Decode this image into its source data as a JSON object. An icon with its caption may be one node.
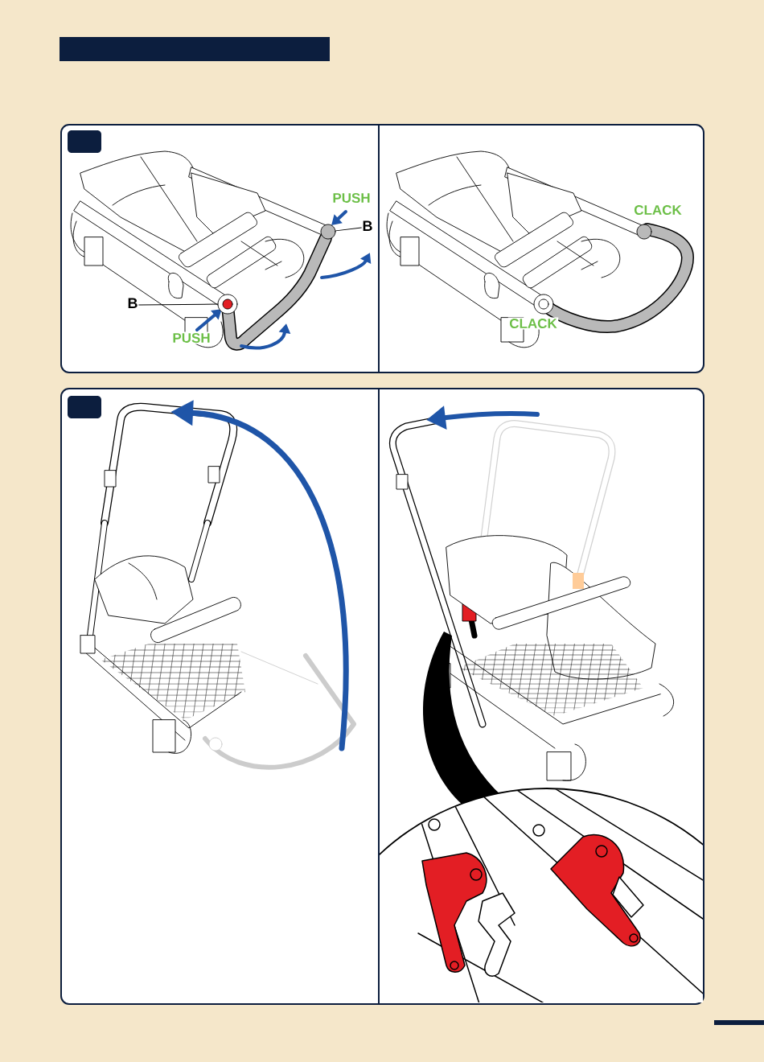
{
  "diagram": {
    "nodes": [
      {
        "text": [],
        "shape": "bar"
      },
      {
        "text": [
          "B"
        ]
      },
      {
        "text": [],
        "shape": "circle"
      },
      {
        "text": [
          "B"
        ]
      },
      {
        "text": [],
        "shape": "circle"
      }
    ],
    "edges": [
      {
        "from": 1,
        "to": 2,
        "arrow": "none"
      },
      {
        "from": 3,
        "to": 4,
        "arrow": "none"
      }
    ],
    "labels": [
      "PUSH",
      "PUSH",
      "CLACK",
      "CLACK"
    ]
  }
}
